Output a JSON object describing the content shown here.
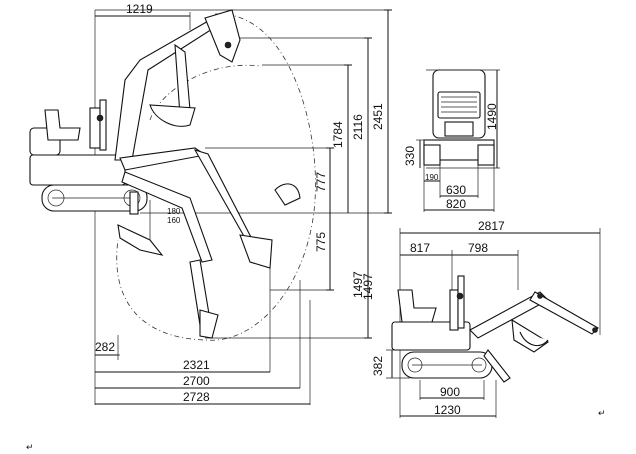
{
  "dimensions": {
    "side_view": {
      "reach_top": "1219",
      "height_total": "2451",
      "height_mid": "2116",
      "height_dump": "1784",
      "dim_777": "777",
      "dim_775": "775",
      "dig_depth": "1497",
      "dim_180": "180",
      "dim_160": "160",
      "dim_282": "282",
      "dim_2321": "2321",
      "dim_2700": "2700",
      "dim_2728": "2728"
    },
    "rear_view": {
      "height": "1490",
      "ground_clear": "330",
      "dim_190": "190",
      "track_inner": "630",
      "track_width": "820"
    },
    "transport_view": {
      "length_total": "2817",
      "dim_817": "817",
      "dim_798": "798",
      "height": "1497",
      "dim_382": "382",
      "dim_900": "900",
      "dim_1230": "1230"
    }
  },
  "marks": {
    "paragraph": "↵"
  }
}
